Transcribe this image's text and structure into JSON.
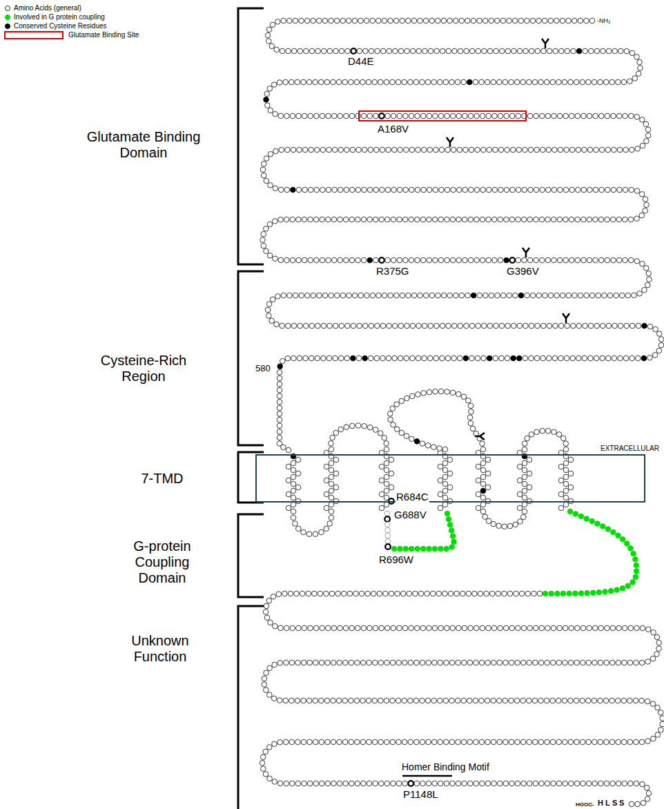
{
  "diagram": {
    "nodes": [
      {
        "text": [
          "EXTRACELLULAR"
        ]
      }
    ],
    "labels": [
      "-NH₂",
      "D44E",
      "A168V",
      "R375G",
      "G396V",
      "580",
      "R684C",
      "G688V",
      "R696W",
      "Homer Binding Motif",
      "P1148L",
      "HOOC-",
      "H",
      "L",
      "S",
      "S",
      "Glutamate Binding Domain",
      "Cysteine-Rich Region",
      "7-TMD",
      "G-protein Coupling Domain",
      "Unknown Function"
    ],
    "legend": [
      {
        "text": "Amino Acids (general)"
      },
      {
        "text": "Involved in G protein coupling",
        "color": "#00e000"
      },
      {
        "text": "Conserved Cysteine Residues",
        "color": "#000000"
      },
      {
        "text": "Glutamate Binding Site"
      }
    ]
  }
}
